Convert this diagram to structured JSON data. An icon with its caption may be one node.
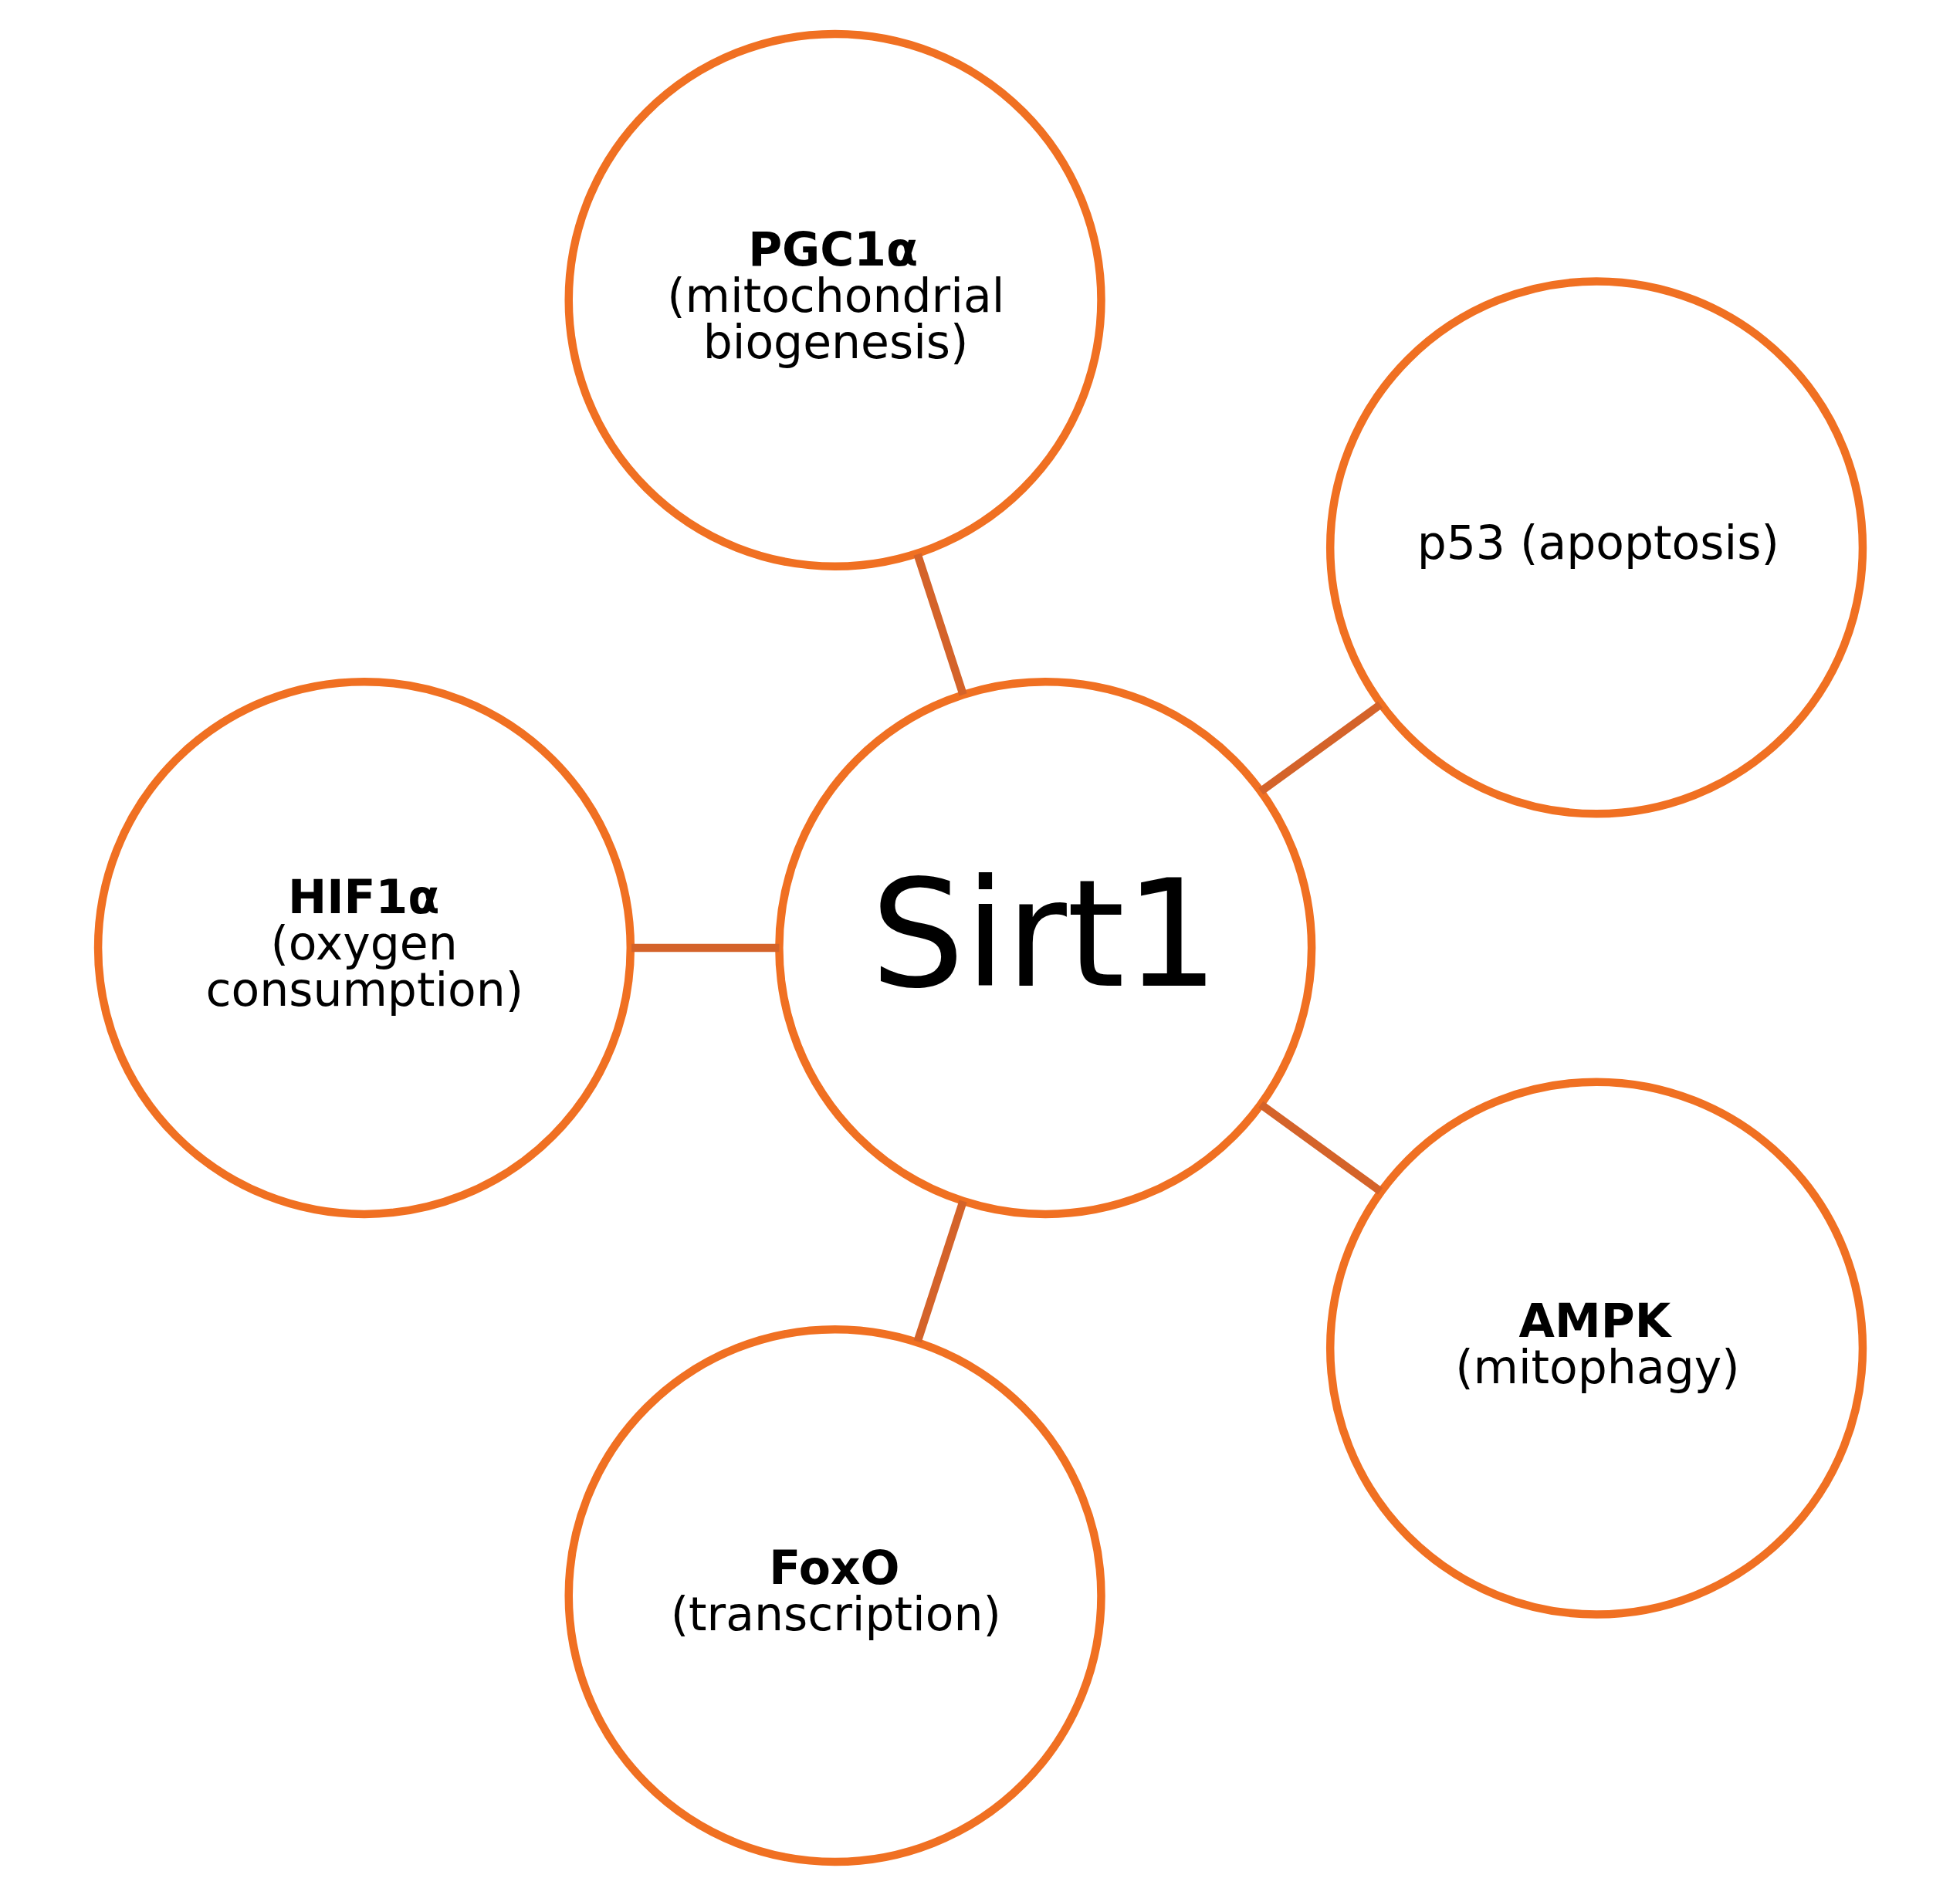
{
  "diagram": {
    "nodes": [
      {
        "text": [
          "PGC1α",
          "(mitochondrial biogenesis)"
        ]
      },
      {
        "text": [
          "HIF1α",
          "(oxygen consumption)"
        ]
      },
      {
        "text": [
          "p53 (apoptosis)"
        ]
      },
      {
        "text": [
          "Sirt1"
        ]
      },
      {
        "text": [
          "FoxO",
          "(transcription)"
        ]
      },
      {
        "text": [
          "AMPK",
          "(mitophagy)"
        ]
      }
    ],
    "edges": [
      {
        "from": 3,
        "to": 0,
        "arrow": "none"
      },
      {
        "from": 3,
        "to": 1,
        "arrow": "none"
      },
      {
        "from": 3,
        "to": 2,
        "arrow": "none"
      },
      {
        "from": 3,
        "to": 4,
        "arrow": "none"
      },
      {
        "from": 3,
        "to": 5,
        "arrow": "none"
      }
    ]
  }
}
